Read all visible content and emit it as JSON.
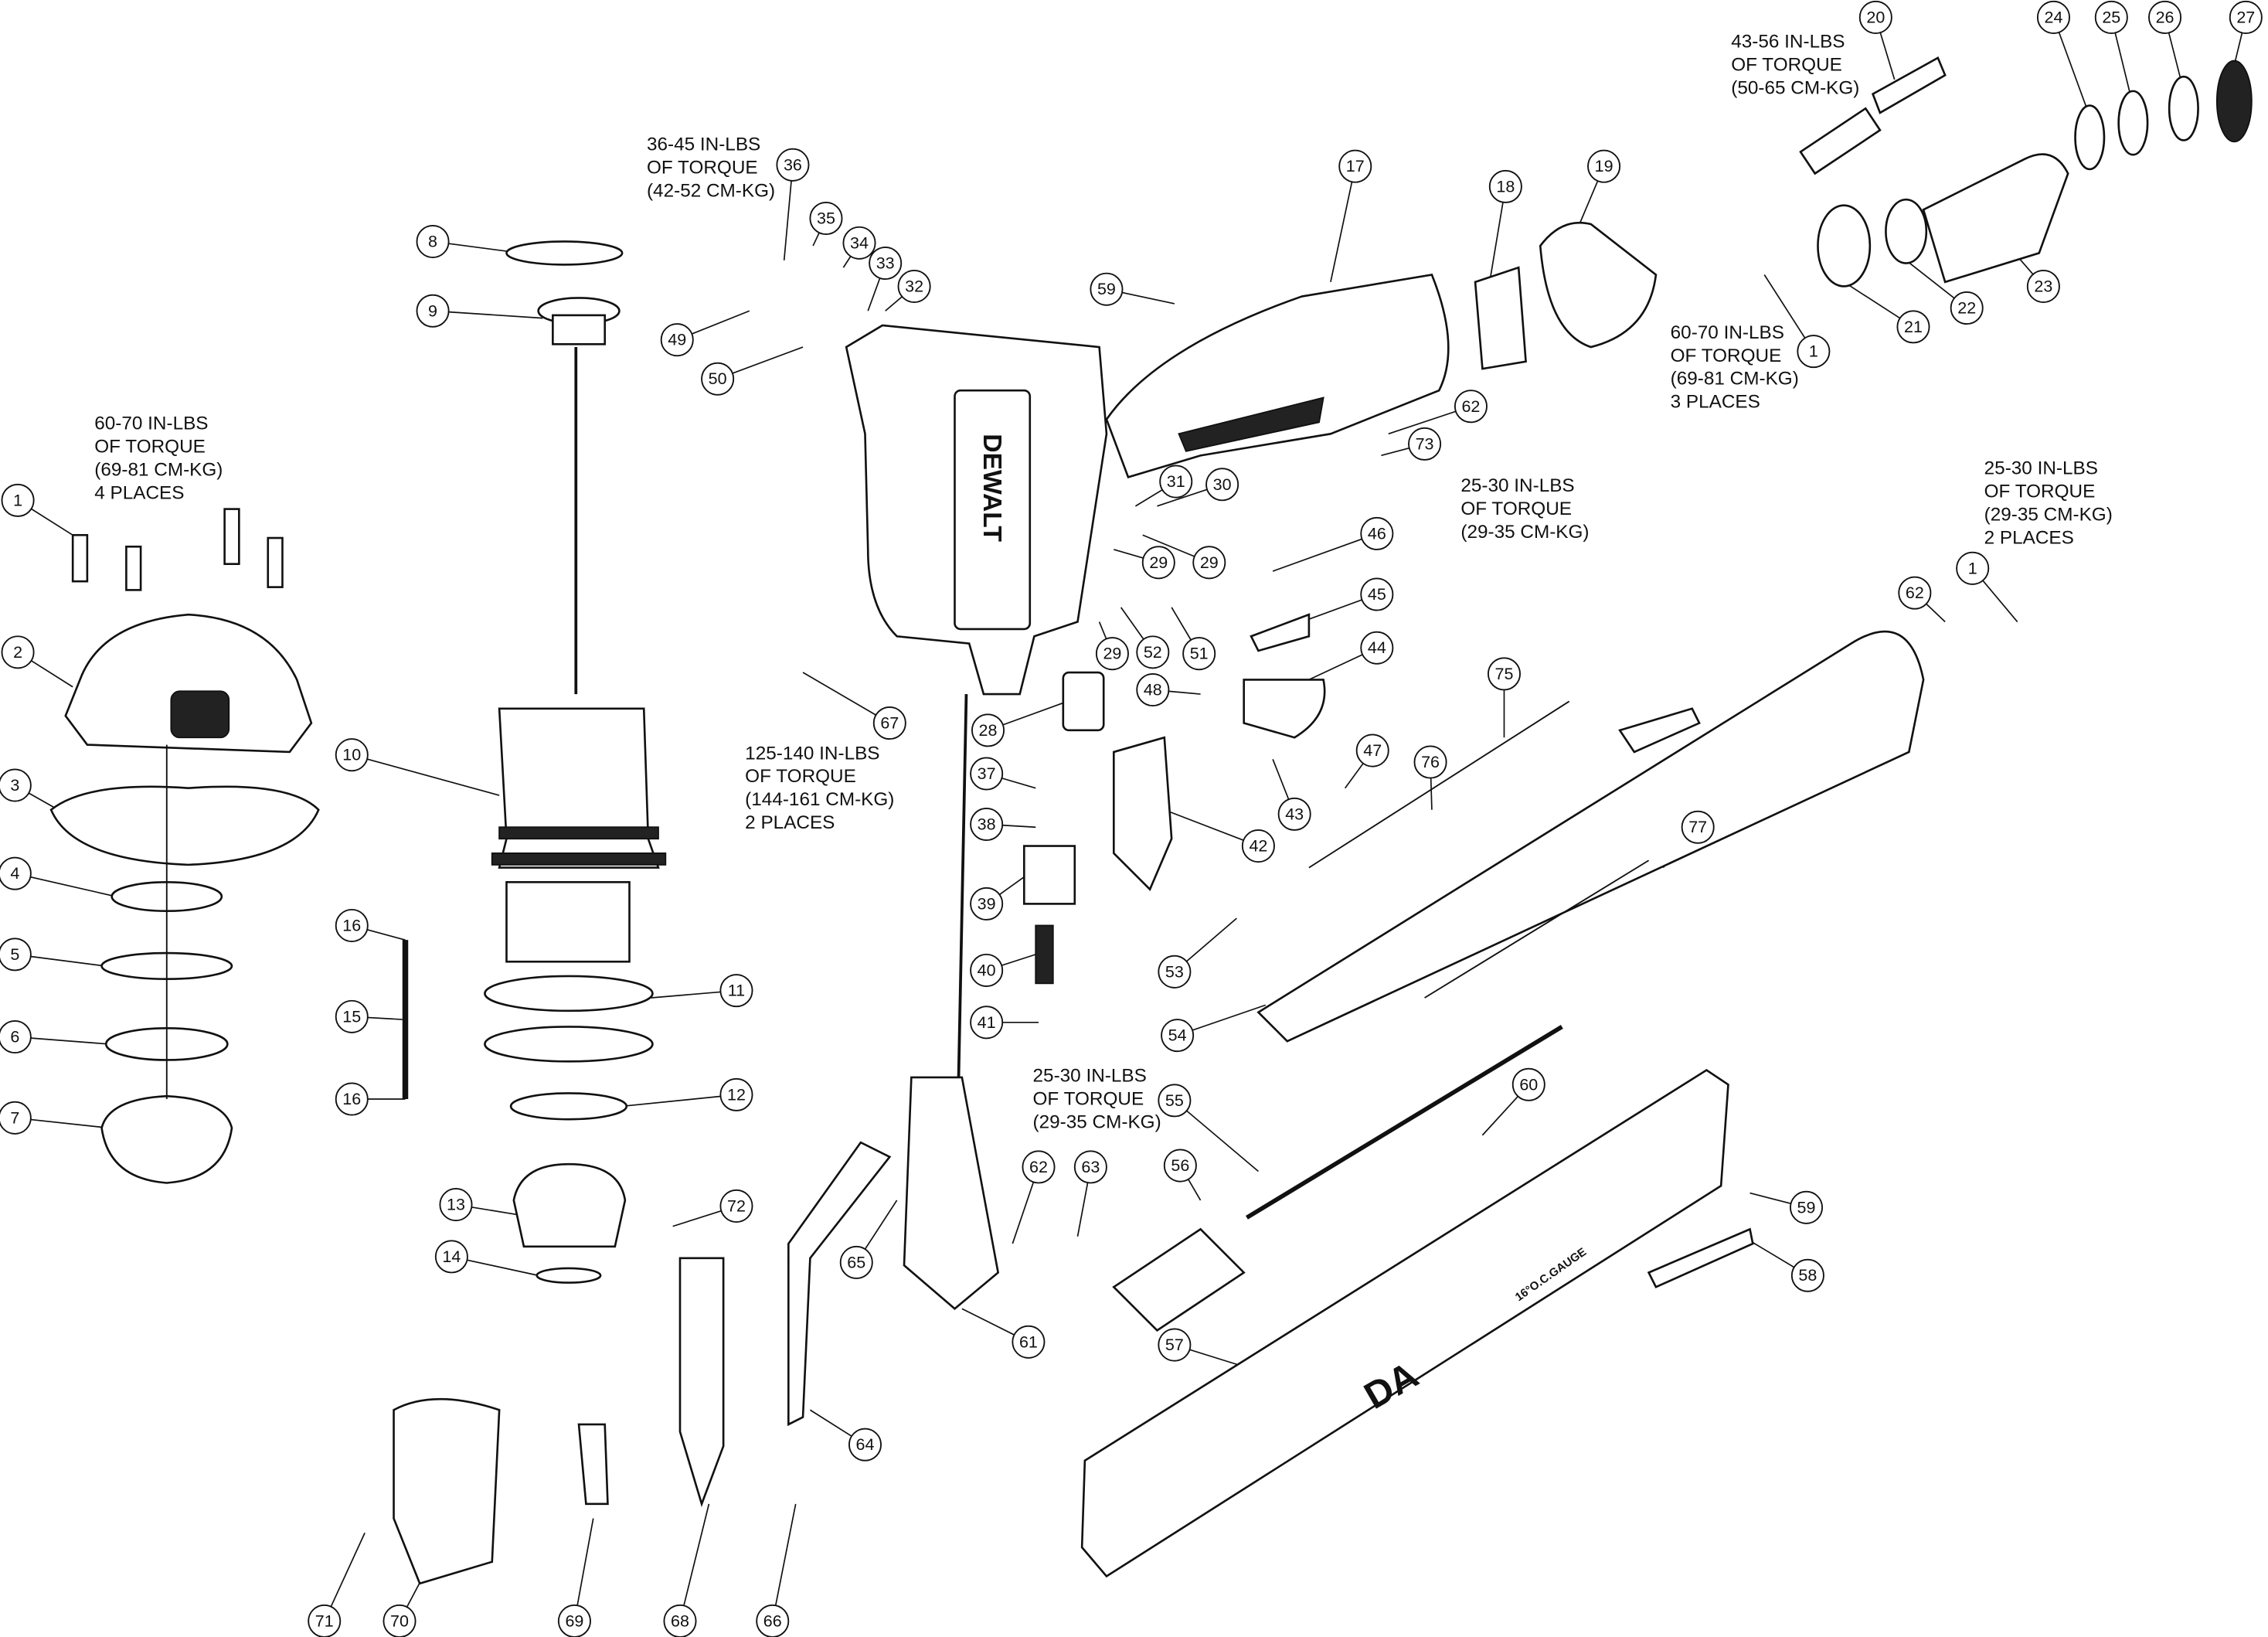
{
  "diagram": {
    "brand_logo": "DEWALT",
    "magazine_logo": "DA",
    "magazine_label": "16°O.C.GAUGE",
    "torque_notes": [
      {
        "lines": [
          "43-56 IN-LBS",
          "OF TORQUE",
          "(50-65 CM-KG)"
        ]
      },
      {
        "lines": [
          "36-45 IN-LBS",
          "OF TORQUE",
          "(42-52 CM-KG)"
        ]
      },
      {
        "lines": [
          "60-70 IN-LBS",
          "OF TORQUE",
          "(69-81 CM-KG)",
          "4 PLACES"
        ]
      },
      {
        "lines": [
          "60-70 IN-LBS",
          "OF TORQUE",
          "(69-81 CM-KG)",
          "3 PLACES"
        ]
      },
      {
        "lines": [
          "25-30 IN-LBS",
          "OF TORQUE",
          "(29-35 CM-KG)"
        ]
      },
      {
        "lines": [
          "25-30 IN-LBS",
          "OF TORQUE",
          "(29-35 CM-KG)",
          "2 PLACES"
        ]
      },
      {
        "lines": [
          "125-140 IN-LBS",
          "OF TORQUE",
          "(144-161 CM-KG)",
          "2 PLACES"
        ]
      },
      {
        "lines": [
          "25-30 IN-LBS",
          "OF TORQUE",
          "(29-35 CM-KG)"
        ]
      }
    ],
    "callouts": [
      "1",
      "2",
      "3",
      "4",
      "5",
      "6",
      "7",
      "8",
      "9",
      "10",
      "11",
      "12",
      "13",
      "14",
      "15",
      "16",
      "16",
      "17",
      "18",
      "19",
      "20",
      "21",
      "22",
      "23",
      "24",
      "25",
      "26",
      "27",
      "28",
      "29",
      "29",
      "29",
      "30",
      "31",
      "32",
      "33",
      "34",
      "35",
      "36",
      "37",
      "38",
      "39",
      "40",
      "41",
      "42",
      "43",
      "44",
      "45",
      "46",
      "47",
      "48",
      "49",
      "50",
      "51",
      "52",
      "53",
      "54",
      "55",
      "56",
      "57",
      "58",
      "59",
      "59",
      "60",
      "61",
      "62",
      "62",
      "62",
      "63",
      "64",
      "65",
      "66",
      "67",
      "68",
      "69",
      "70",
      "71",
      "72",
      "73",
      "1",
      "1",
      "75",
      "76",
      "77"
    ]
  }
}
